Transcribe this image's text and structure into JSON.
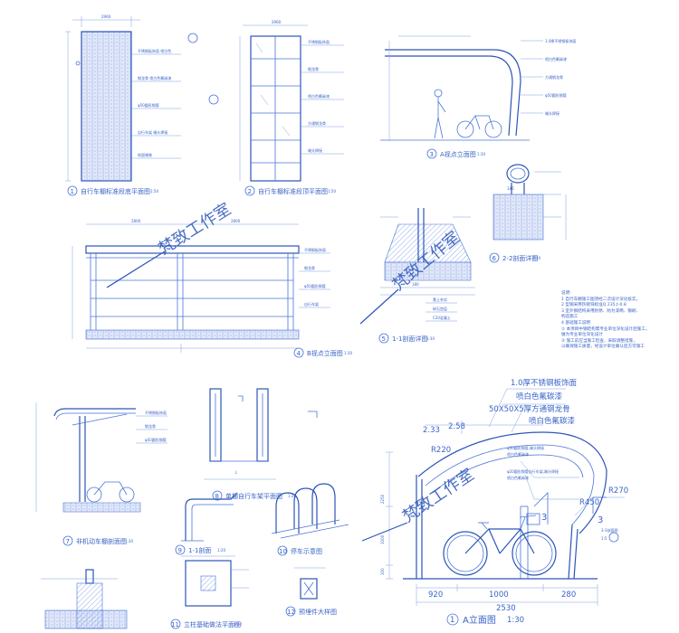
{
  "watermark": "梵致工作室",
  "views": {
    "v1": {
      "num": "1",
      "title": "自行车棚标准段底平面图",
      "scale": "1:50"
    },
    "v2": {
      "num": "2",
      "title": "自行车棚标准段顶平面图",
      "scale": "1:50"
    },
    "v3": {
      "num": "3",
      "title": "A视点立面图",
      "scale": "1:30"
    },
    "v4": {
      "num": "4",
      "title": "B视点立面图",
      "scale": "1:30"
    },
    "v5": {
      "num": "5",
      "title": "1-1剖面详图",
      "scale": "1:30"
    },
    "v6": {
      "num": "6",
      "title": "2-2剖面详图",
      "scale": "1:10"
    },
    "v7": {
      "num": "7",
      "title": "非机动车棚剖面图",
      "scale": "1:30"
    },
    "v8": {
      "num": "8",
      "title": "单棚自行车架平面图",
      "scale": "1:20"
    },
    "v9": {
      "num": "9",
      "title": "1-1剖面",
      "scale": "1:20"
    },
    "v10": {
      "num": "10",
      "title": "停车示意图",
      "scale": ""
    },
    "v11": {
      "num": "11",
      "title": "立柱基础做法平面图",
      "scale": "1:20"
    },
    "v12": {
      "num": "12",
      "title": "预埋件大样图",
      "scale": ""
    },
    "big": {
      "num": "1",
      "title": "A立面图",
      "scale": "1:30"
    },
    "cut": {
      "label": "3-3剖面图",
      "scale": "1:5"
    }
  },
  "notes": [
    "说明:",
    "1  自行车棚施工图须经二次设计深化核实。",
    "2  型钢采用热镀锌标准Q 235,t-0.8",
    "3  室外钢结构采用防锈、防为漆两、钢刷、",
    "   构造施工",
    "4  基础施工说明",
    "①  本项目中钢结构需专业单位深化设计后施工，",
    "   做为专业单位深化设计",
    "②  施工前应当施工检查，采取调整措施，",
    "   以确保施工质量，经设计单位确认后方可施工"
  ],
  "big_labels": {
    "l1": "1.0厚不锈钢板饰面",
    "l2": "喷白色氟碳漆",
    "l3": "50X50X5厚方通钢龙骨",
    "l4": "喷白色氟碳漆",
    "l5": "φ50圆形钢管,端头焊接",
    "l6": "喷白色氟碳漆",
    "l7": "φ20圆形钢管自行车架,端头焊接",
    "l8": "喷白色氟碳漆",
    "l9": "R270",
    "l10": "R450",
    "l11": "R220",
    "l12": "3",
    "l13": "3"
  },
  "big_dims": {
    "top1": "2.33",
    "top2": "2.58",
    "h1": "2250",
    "h2": "1000",
    "h3": "100",
    "b1": "920",
    "b2": "1000",
    "b3": "280",
    "total": "2530"
  },
  "small_dims": {
    "a": "2960",
    "b": "2960",
    "c": "2800",
    "d": "2800",
    "e": "180",
    "f": "180",
    "g": "L"
  }
}
